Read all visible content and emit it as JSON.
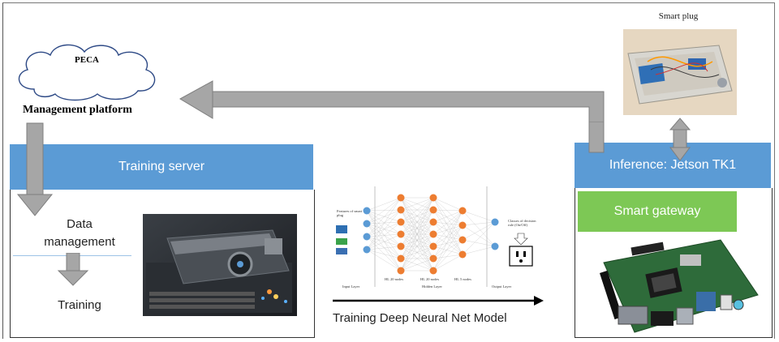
{
  "cloud": {
    "name": "PECA",
    "caption": "Management platform"
  },
  "training_server": {
    "header": "Training server",
    "data_management": "Data\nmanagement",
    "training": "Training"
  },
  "smart_plug": {
    "title": "Smart plug"
  },
  "inference": {
    "header": "Inference: Jetson TK1"
  },
  "smart_gateway": {
    "label": "Smart gateway"
  },
  "nn": {
    "caption": "Training Deep Neural Net Model",
    "input_label": "Features of smart plug",
    "output_label": "Classes of decision rule (On/Off)",
    "layer1": "HL 20 nodes",
    "layer2": "HL 20 nodes",
    "layer3": "HL 5 nodes",
    "input_layer": "Input Layer",
    "hidden_layer": "Hidden Layer",
    "output_layer": "Output Layer"
  },
  "colors": {
    "band": "#5b9bd5",
    "gateway": "#7dc855",
    "arrow": "#a6a6a6",
    "input_node": "#5b9bd5",
    "hidden_node": "#ed7d31"
  }
}
